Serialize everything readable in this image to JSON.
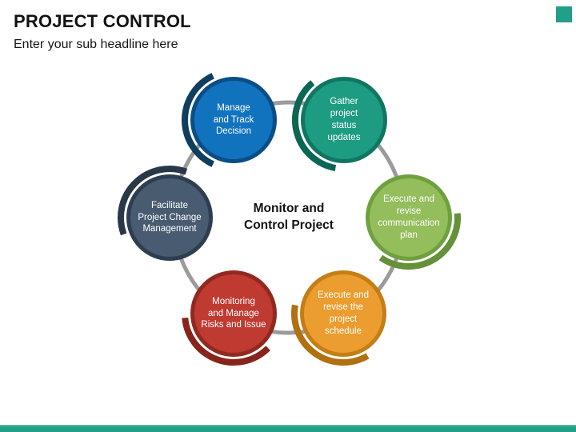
{
  "slide": {
    "title": "PROJECT CONTROL",
    "subtitle": "Enter your sub headline here",
    "accent_color": "#21A088",
    "bottom_bar_color": "#21A088"
  },
  "diagram": {
    "center_label": "Monitor and\nControl Project",
    "connector_color": "#9B9B9B",
    "nodes": [
      {
        "label": "Manage\nand Track\nDecision",
        "fill": "#1173BE",
        "ring": "#0B4D86",
        "crescent": "#0F3E61"
      },
      {
        "label": "Gather\nproject\nstatus\nupdates",
        "fill": "#1E9C81",
        "ring": "#107663",
        "crescent": "#0C6654"
      },
      {
        "label": "Execute and\nrevise\ncommunication\nplan",
        "fill": "#94BD5C",
        "ring": "#6FA03E",
        "crescent": "#649139"
      },
      {
        "label": "Execute and\nrevise the\nproject\nschedule",
        "fill": "#EC9D30",
        "ring": "#C57D15",
        "crescent": "#B27010"
      },
      {
        "label": "Monitoring\nand Manage\nRisks and Issue",
        "fill": "#BF3A31",
        "ring": "#912920",
        "crescent": "#88241C"
      },
      {
        "label": "Facilitate\nProject Change\nManagement",
        "fill": "#485B70",
        "ring": "#2E3E50",
        "crescent": "#293848"
      }
    ]
  }
}
